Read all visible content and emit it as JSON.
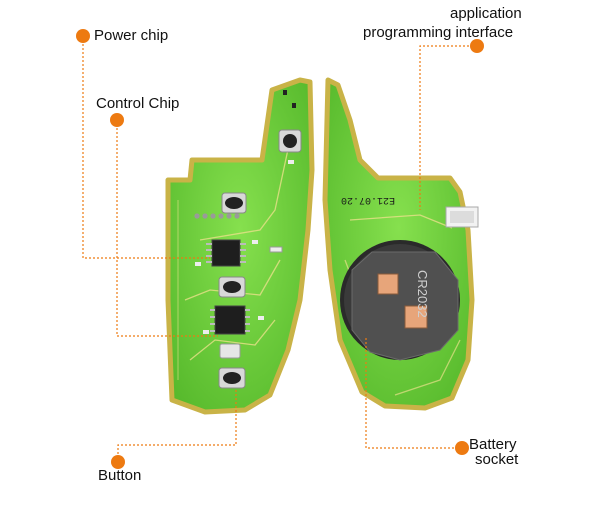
{
  "labels": {
    "power_chip": "Power chip",
    "control_chip": "Control Chip",
    "button": "Button",
    "app_interface_line1": "application",
    "app_interface_line2": "programming interface",
    "battery_line1": "Battery",
    "battery_line2": "socket"
  },
  "board_text": {
    "date_code": "E21.07.20",
    "cell_text": "CR2032"
  },
  "colors": {
    "accent": "#ED7A11",
    "pcb": "#6FD23E",
    "pcb_edge": "#C9B347",
    "background": "#FFFFFF"
  }
}
